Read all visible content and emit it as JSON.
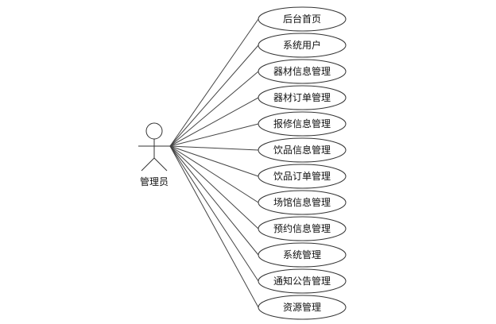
{
  "actor": {
    "name": "管理员",
    "icon": "stick-figure-icon"
  },
  "use_cases": [
    "后台首页",
    "系统用户",
    "器材信息管理",
    "器材订单管理",
    "报修信息管理",
    "饮品信息管理",
    "饮品订单管理",
    "场馆信息管理",
    "预约信息管理",
    "系统管理",
    "通知公告管理",
    "资源管理"
  ]
}
